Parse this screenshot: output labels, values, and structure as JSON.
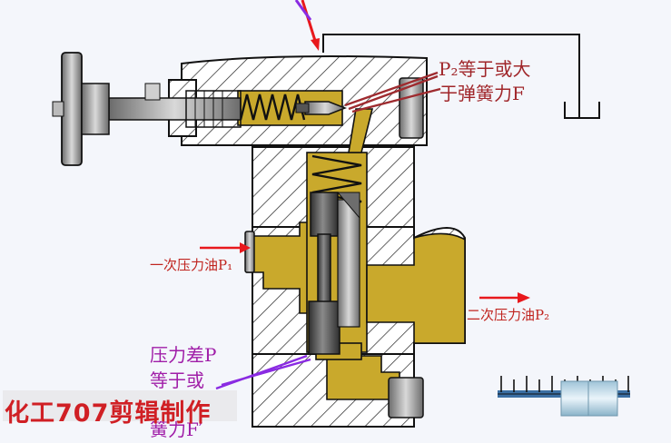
{
  "labels": {
    "p2_line1": "P₂等于或大",
    "p2_line2": "于弹簧力F",
    "inlet": "一次压力油P₁",
    "outlet": "二次压力油P₂",
    "dp_line1": "压力差P",
    "dp_line2": "等于或",
    "dp_line3": "簧力F′"
  },
  "watermark": "化工707剪辑制作",
  "colors": {
    "oil": "#c9a92c",
    "body_line": "#111111",
    "arrow_red": "#e8181c",
    "arrow_purple": "#8a2be2",
    "pointer_brown": "#9e2b2f"
  }
}
